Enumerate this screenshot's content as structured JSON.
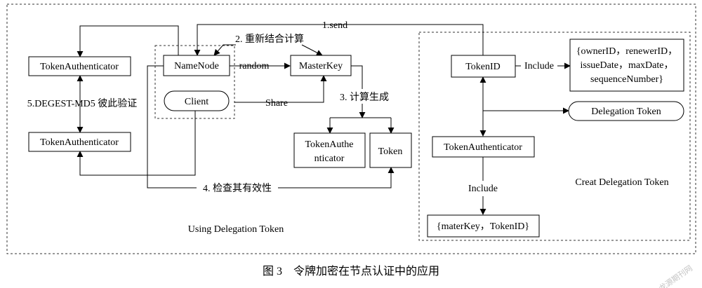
{
  "diagram": {
    "nodes": {
      "token_auth_top": "TokenAuthenticator",
      "token_auth_bottom": "TokenAuthenticator",
      "namenode": "NameNode",
      "client": "Client",
      "masterkey": "MasterKey",
      "token_authe_1": "TokenAuthe",
      "token_authe_2": "nticator",
      "token": "Token",
      "tokenid": "TokenID",
      "tokenid_fields_1": "{ownerID，renewerID，",
      "tokenid_fields_2": "issueDate，maxDate，",
      "tokenid_fields_3": "sequenceNumber}",
      "delegation_token": "Delegation Token",
      "token_auth_right": "TokenAuthenticator",
      "materkey_tokenid": "{materKey，TokenID}"
    },
    "labels": {
      "send": "1.send",
      "recompute": "2. 重新结合计算",
      "random": "random",
      "share": "Share",
      "compute_gen": "3. 计算生成",
      "check_valid": "4. 检查其有效性",
      "digest_verify": "5.DEGEST-MD5 彼此验证",
      "include_top": "Include",
      "include_bottom": "Include",
      "using_delegation": "Using Delegation Token",
      "creat_delegation": "Creat Delegation Token"
    },
    "caption": "图 3　令牌加密在节点认证中的应用",
    "watermark": "龙源期刊网"
  }
}
